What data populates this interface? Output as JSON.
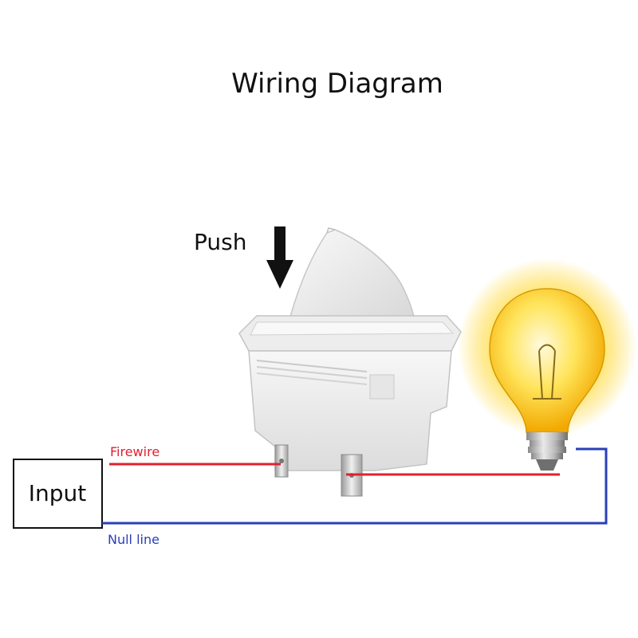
{
  "title": "Wiring Diagram",
  "push_label": "Push",
  "input_label": "Input",
  "firewire_label": "Firewire",
  "null_line_label": "Null line",
  "colors": {
    "firewire": "#e02030",
    "null_line": "#2a3fb8",
    "background": "#ffffff",
    "text": "#111111"
  },
  "icons": {
    "push_arrow": "arrow-down-icon",
    "switch": "door-switch-icon",
    "bulb": "light-bulb-icon"
  }
}
